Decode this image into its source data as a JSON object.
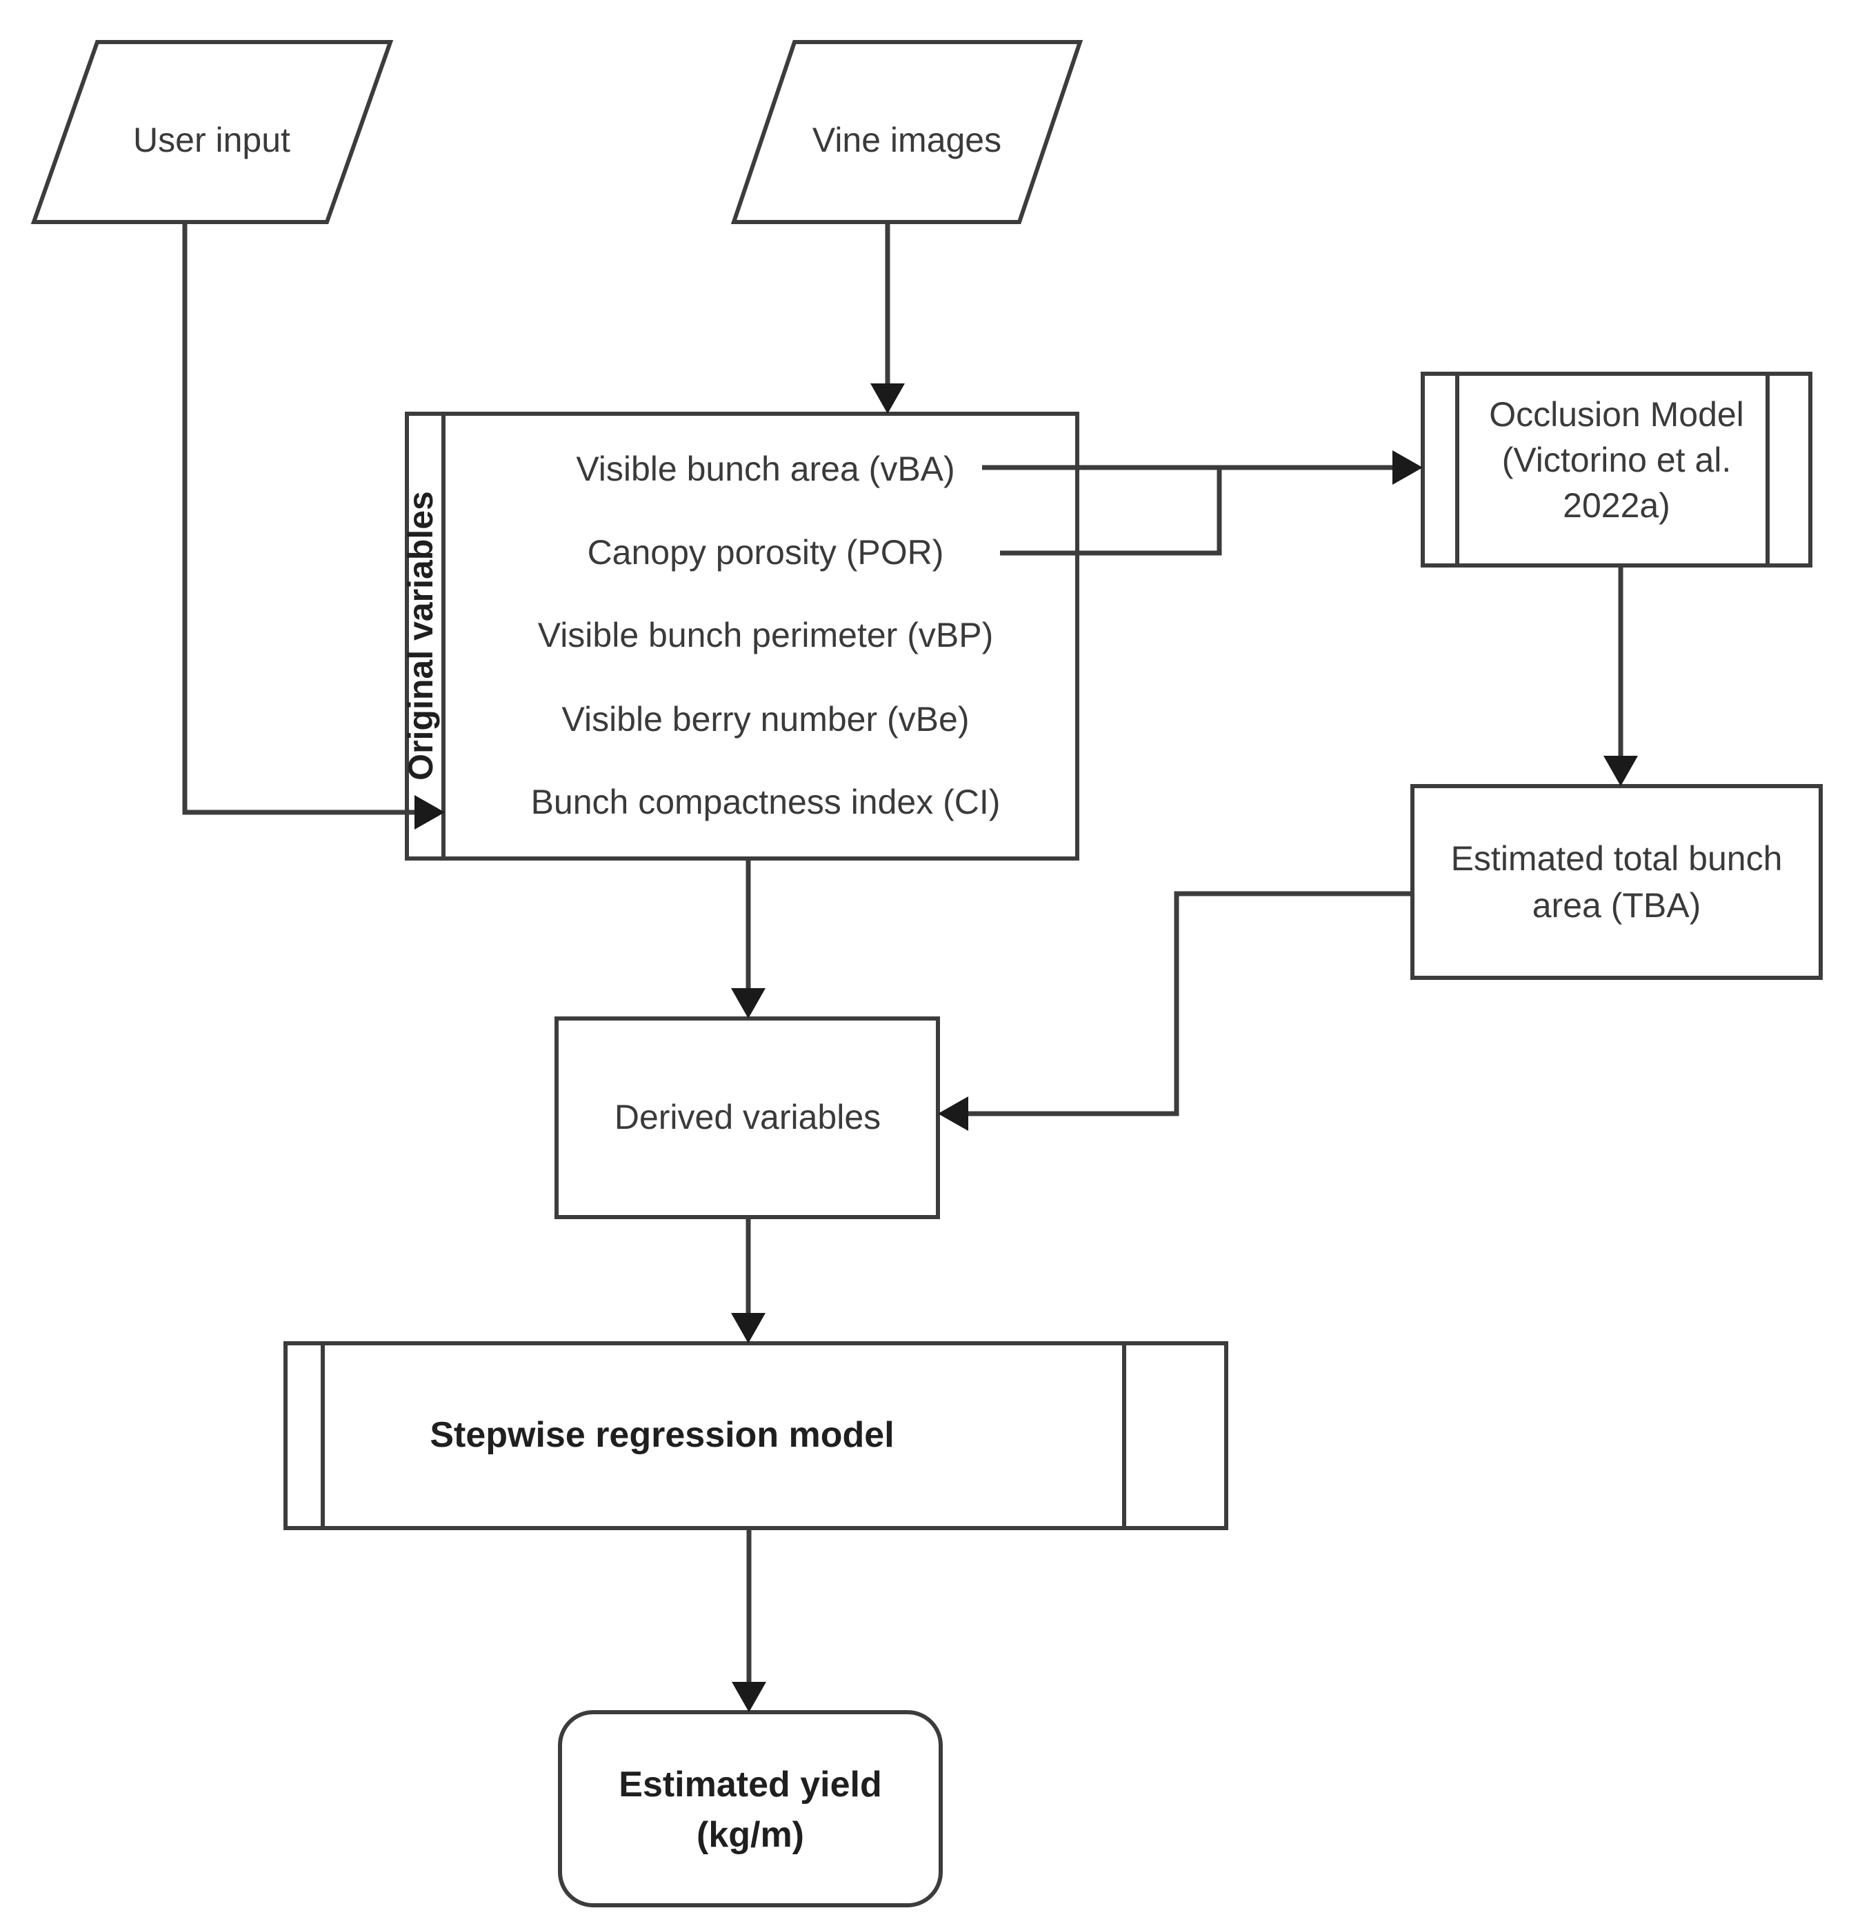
{
  "diagram": {
    "title": "Vineyard yield estimation pipeline flowchart",
    "stroke_color": "#3c3c3c",
    "fill_color": "#ffffff",
    "text_color": "#3a3a3a"
  },
  "nodes": {
    "user_input": {
      "label": "User input",
      "shape": "parallelogram"
    },
    "vine_images": {
      "label": "Vine images",
      "shape": "parallelogram"
    },
    "original_variables": {
      "side_label": "Original variables",
      "shape": "process-with-side-band",
      "items": [
        "Visible bunch area (vBA)",
        "Canopy porosity (POR)",
        "Visible bunch perimeter (vBP)",
        "Visible berry number (vBe)",
        "Bunch compactness index (CI)"
      ]
    },
    "occlusion_model": {
      "shape": "predefined-process",
      "lines": [
        "Occlusion Model",
        "(Victorino et al.",
        "2022a)"
      ]
    },
    "total_bunch_area": {
      "shape": "process",
      "lines": [
        "Estimated total bunch",
        "area (TBA)"
      ]
    },
    "derived_variables": {
      "shape": "process",
      "label": "Derived variables"
    },
    "stepwise_model": {
      "shape": "predefined-process",
      "label": "Stepwise regression model"
    },
    "estimated_yield": {
      "shape": "rounded-rectangle",
      "lines": [
        "Estimated yield",
        "(kg/m)"
      ]
    }
  },
  "edges": [
    {
      "from": "vine_images",
      "to": "original_variables",
      "arrow": "down"
    },
    {
      "from": "user_input",
      "to": "original_variables",
      "arrow": "right"
    },
    {
      "from": "original_variables.vBA",
      "to": "occlusion_model",
      "arrow": "right"
    },
    {
      "from": "original_variables.POR",
      "to": "occlusion_model",
      "arrow": "right"
    },
    {
      "from": "occlusion_model",
      "to": "total_bunch_area",
      "arrow": "down"
    },
    {
      "from": "original_variables",
      "to": "derived_variables",
      "arrow": "down"
    },
    {
      "from": "total_bunch_area",
      "to": "derived_variables",
      "arrow": "left"
    },
    {
      "from": "derived_variables",
      "to": "stepwise_model",
      "arrow": "down"
    },
    {
      "from": "stepwise_model",
      "to": "estimated_yield",
      "arrow": "down"
    }
  ]
}
